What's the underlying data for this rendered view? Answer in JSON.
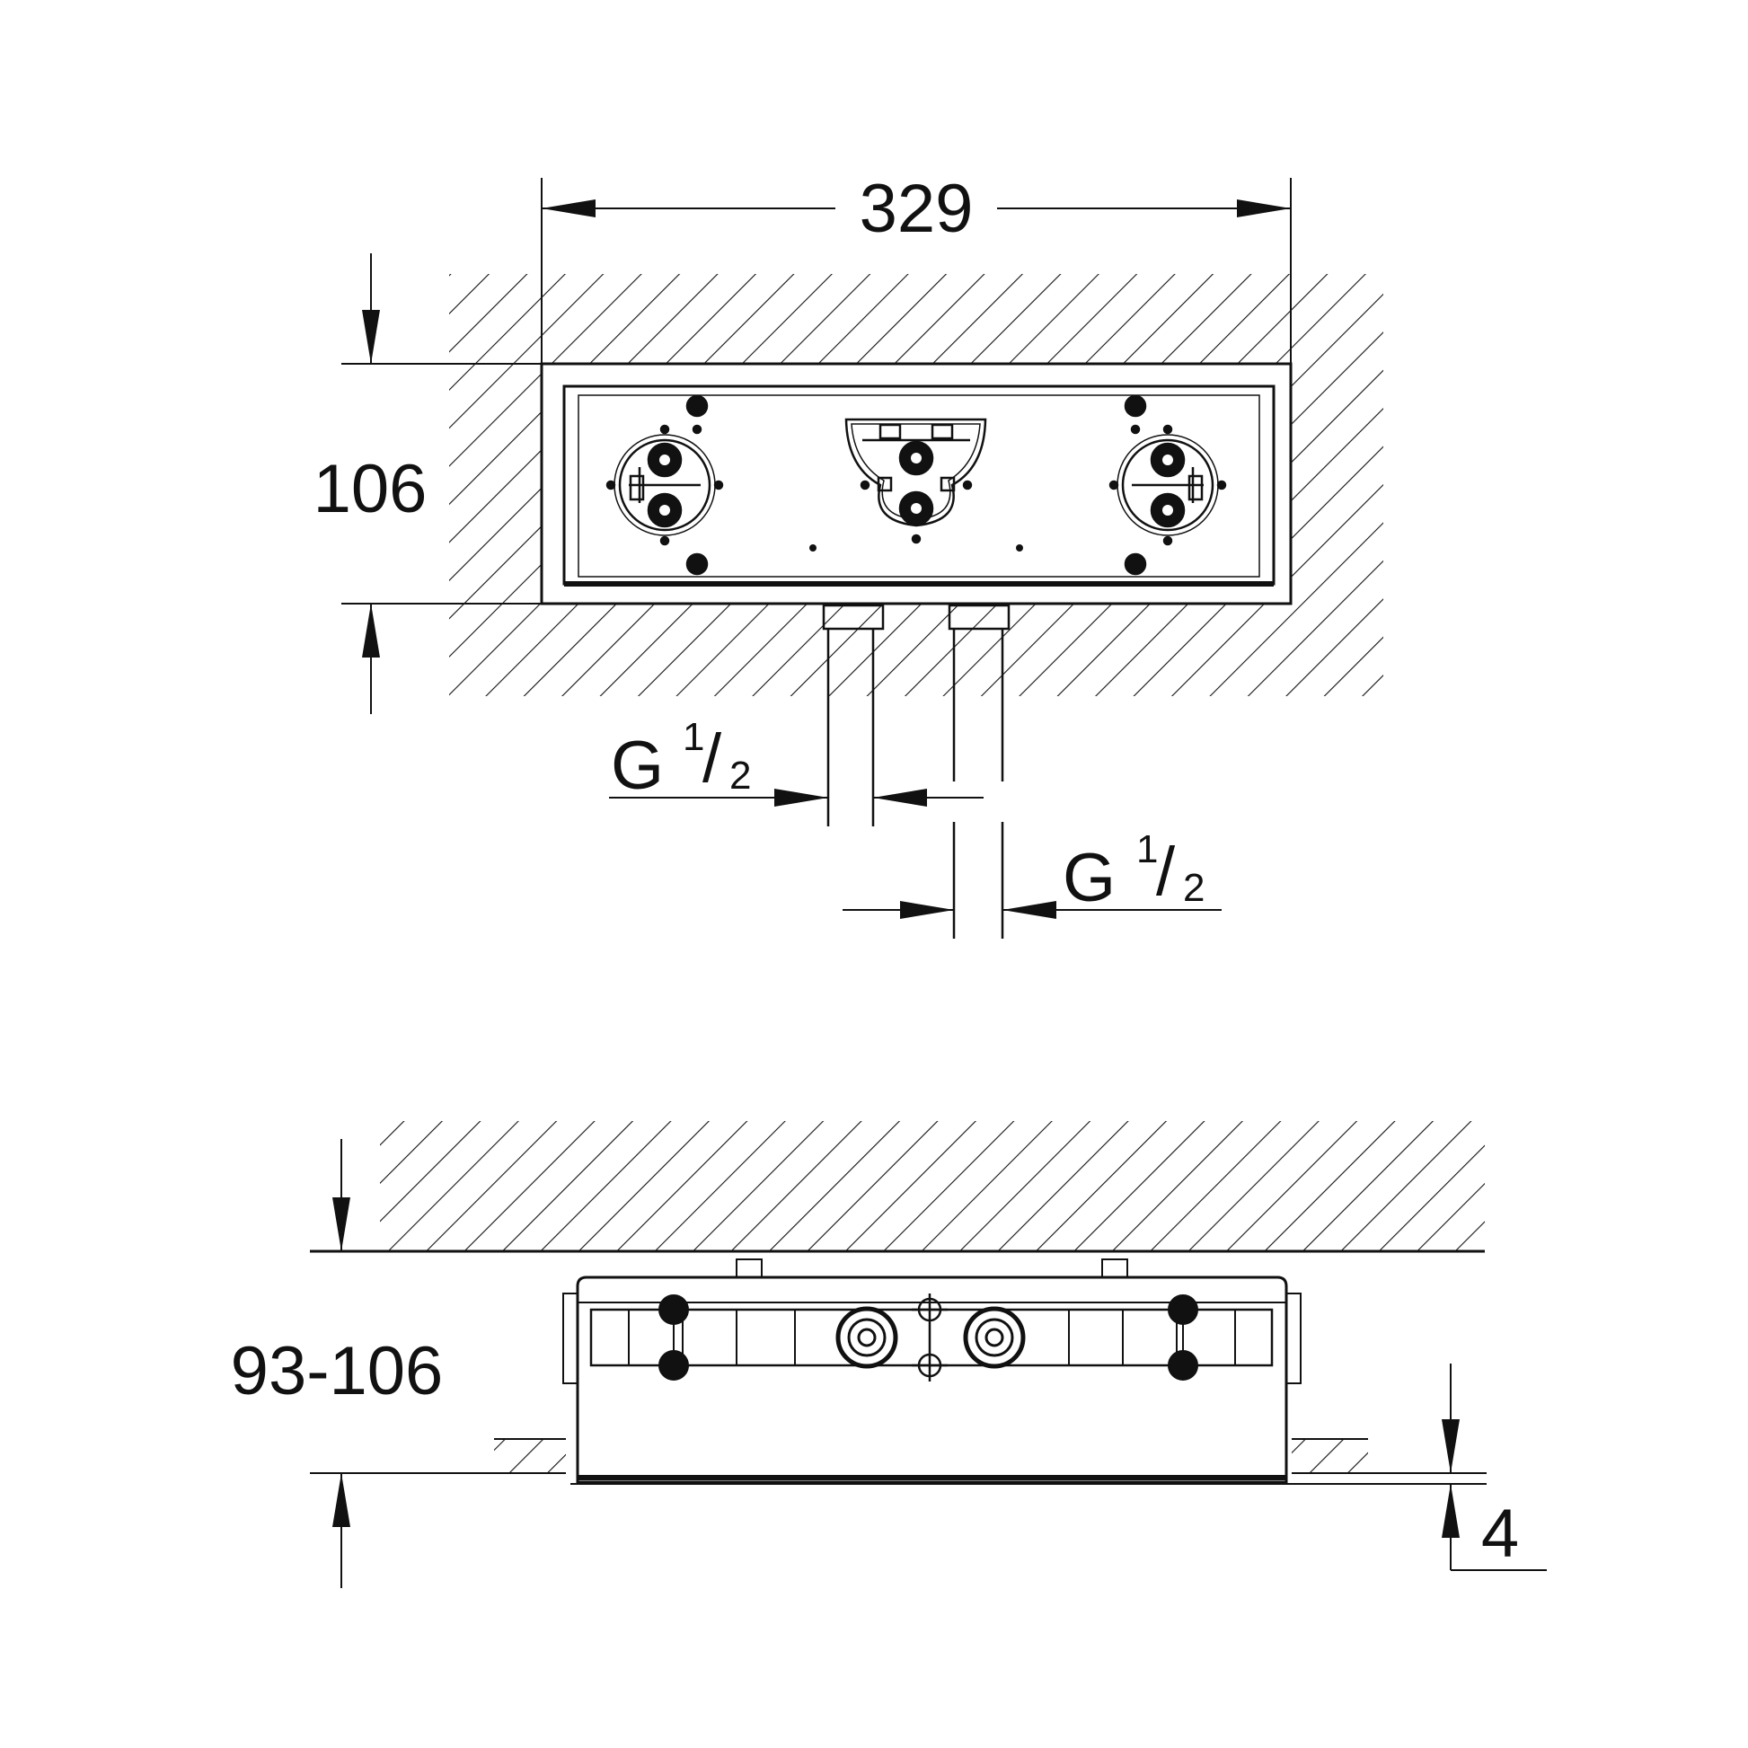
{
  "colors": {
    "ink": "#111111",
    "paper": "#ffffff"
  },
  "top_view": {
    "dim_width": "329",
    "dim_height": "106",
    "thread_left": {
      "letter": "G",
      "num": "1",
      "slash": "/",
      "den": "2"
    },
    "thread_right": {
      "letter": "G",
      "num": "1",
      "slash": "/",
      "den": "2"
    }
  },
  "side_view": {
    "dim_depth": "93-106",
    "dim_offset": "4"
  }
}
